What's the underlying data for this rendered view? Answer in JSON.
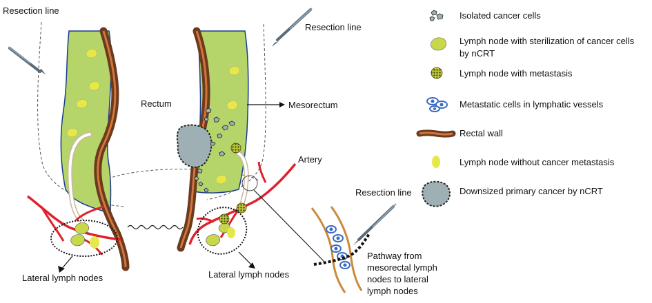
{
  "labels": {
    "resection_line_top_left": "Resection line",
    "resection_line_top_right": "Resection line",
    "resection_line_bottom": "Resection line",
    "rectum": "Rectum",
    "mesorectum": "Mesorectum",
    "artery": "Artery",
    "lateral_lymph_nodes_left": "Lateral lymph nodes",
    "lateral_lymph_nodes_right": "Lateral lymph nodes",
    "pathway": [
      "Pathway from",
      "mesorectal lymph",
      "nodes to lateral",
      "lymph nodes"
    ]
  },
  "legend": [
    {
      "icon": "isolated-cancer-cells-icon",
      "lines": [
        "Isolated cancer cells"
      ]
    },
    {
      "icon": "sterilized-lymph-node-icon",
      "lines": [
        "Lymph node with sterilization of cancer cells",
        "by nCRT"
      ]
    },
    {
      "icon": "metastatic-lymph-node-icon",
      "lines": [
        "Lymph node with metastasis"
      ]
    },
    {
      "icon": "metastatic-cells-in-vessels-icon",
      "lines": [
        "Metastatic cells in lymphatic vessels"
      ]
    },
    {
      "icon": "rectal-wall-icon",
      "lines": [
        "Rectal wall"
      ]
    },
    {
      "icon": "normal-lymph-node-icon",
      "lines": [
        "Lymph node without cancer metastasis"
      ]
    },
    {
      "icon": "downsized-cancer-icon",
      "lines": [
        "Downsized primary cancer by nCRT"
      ]
    }
  ],
  "colors": {
    "mesorectum_fill": "#b5d46a",
    "mesorectum_edge": "#1a3a8c",
    "rectal_wall_brown": "#6b3a1f",
    "rectal_wall_orange": "#d2773c",
    "artery": "#e0202a",
    "lymph_node_yellow": "#e6e84a",
    "lymph_node_sterilized": "#c8d84a",
    "metastasis": "#6b7a1a",
    "cancer": "#9fb0b4",
    "lymph_vessel": "#c98a3c",
    "lymph_cells": "#3a6bc0"
  }
}
